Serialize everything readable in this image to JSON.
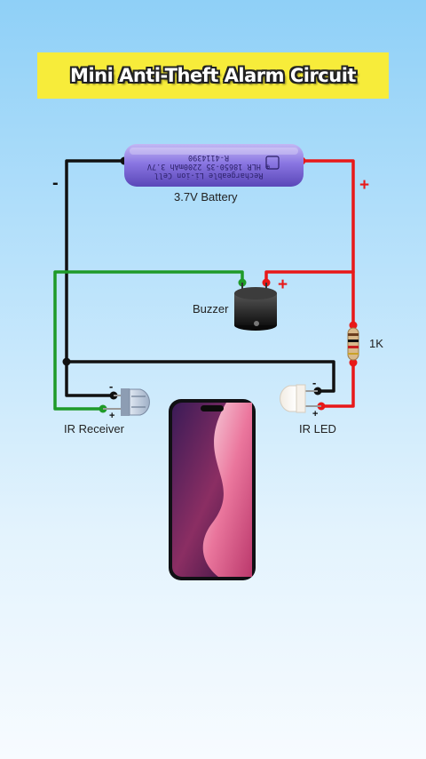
{
  "title": "Mini Anti-Theft Alarm Circuit",
  "components": {
    "battery": {
      "label": "3.7V Battery",
      "print_line1": "Rechargeable Li-ion Cell",
      "print_line2": "⊕ HLR 18650-35 2200mAh 3.7V",
      "print_line3": "R-4114390"
    },
    "buzzer": {
      "label": "Buzzer"
    },
    "resistor": {
      "label": "1K"
    },
    "ir_receiver": {
      "label": "IR Receiver"
    },
    "ir_led": {
      "label": "IR LED"
    }
  },
  "polarity": {
    "battery_negative": "-",
    "battery_positive": "+",
    "buzzer_positive": "+",
    "receiver_negative": "-",
    "receiver_positive": "+",
    "led_negative": "-",
    "led_positive": "+"
  },
  "colors": {
    "wire_negative": "#111111",
    "wire_positive": "#e81818",
    "wire_signal": "#1e9a28",
    "title_banner": "#f7ec3a"
  }
}
